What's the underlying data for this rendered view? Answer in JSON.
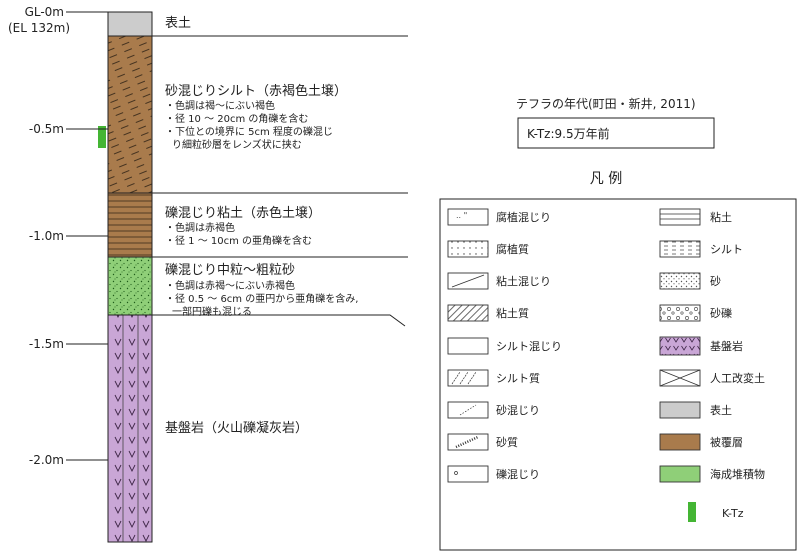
{
  "scale": {
    "top_label": "GL-0m",
    "top_elevation": "(EL 132m)",
    "ticks": [
      "-0.5m",
      "-1.0m",
      "-1.5m",
      "-2.0m"
    ]
  },
  "layers": [
    {
      "title": "表土",
      "notes": []
    },
    {
      "title": "砂混じりシルト（赤褐色土壌）",
      "notes": [
        "・色調は褐～にぶい褐色",
        "・径 10 ～ 20cm の角礫を含む",
        "・下位との境界に 5cm 程度の礫混じ",
        "り細粒砂層をレンズ状に挟む"
      ]
    },
    {
      "title": "礫混じり粘土（赤色土壌）",
      "notes": [
        "・色調は赤褐色",
        "・径 1 ～ 10cm の亜角礫を含む"
      ]
    },
    {
      "title": "礫混じり中粒～粗粒砂",
      "notes": [
        "・色調は赤褐～にぶい赤褐色",
        "・径 0.5 ～ 6cm の亜円から亜角礫を含み,",
        "一部円礫も混じる"
      ]
    },
    {
      "title": "基盤岩（火山礫凝灰岩）",
      "notes": []
    }
  ],
  "tephra": {
    "heading": "テフラの年代(町田・新井, 2011)",
    "value": "K-Tz:9.5万年前"
  },
  "legend": {
    "title": "凡 例",
    "left_items": [
      "腐植混じり",
      "腐植質",
      "粘土混じり",
      "粘土質",
      "シルト混じり",
      "シルト質",
      "砂混じり",
      "砂質",
      "礫混じり"
    ],
    "right_items": [
      "粘土",
      "シルト",
      "砂",
      "砂礫",
      "基盤岩",
      "人工改変土",
      "表土",
      "被覆層",
      "海成堆積物",
      "K-Tz"
    ]
  },
  "colors": {
    "topsoil": "#cccccc",
    "cover": "#a97b4c",
    "marine": "#8fcf78",
    "bedrock": "#c9a6d6",
    "ktz": "#44b534",
    "line": "#222222"
  }
}
